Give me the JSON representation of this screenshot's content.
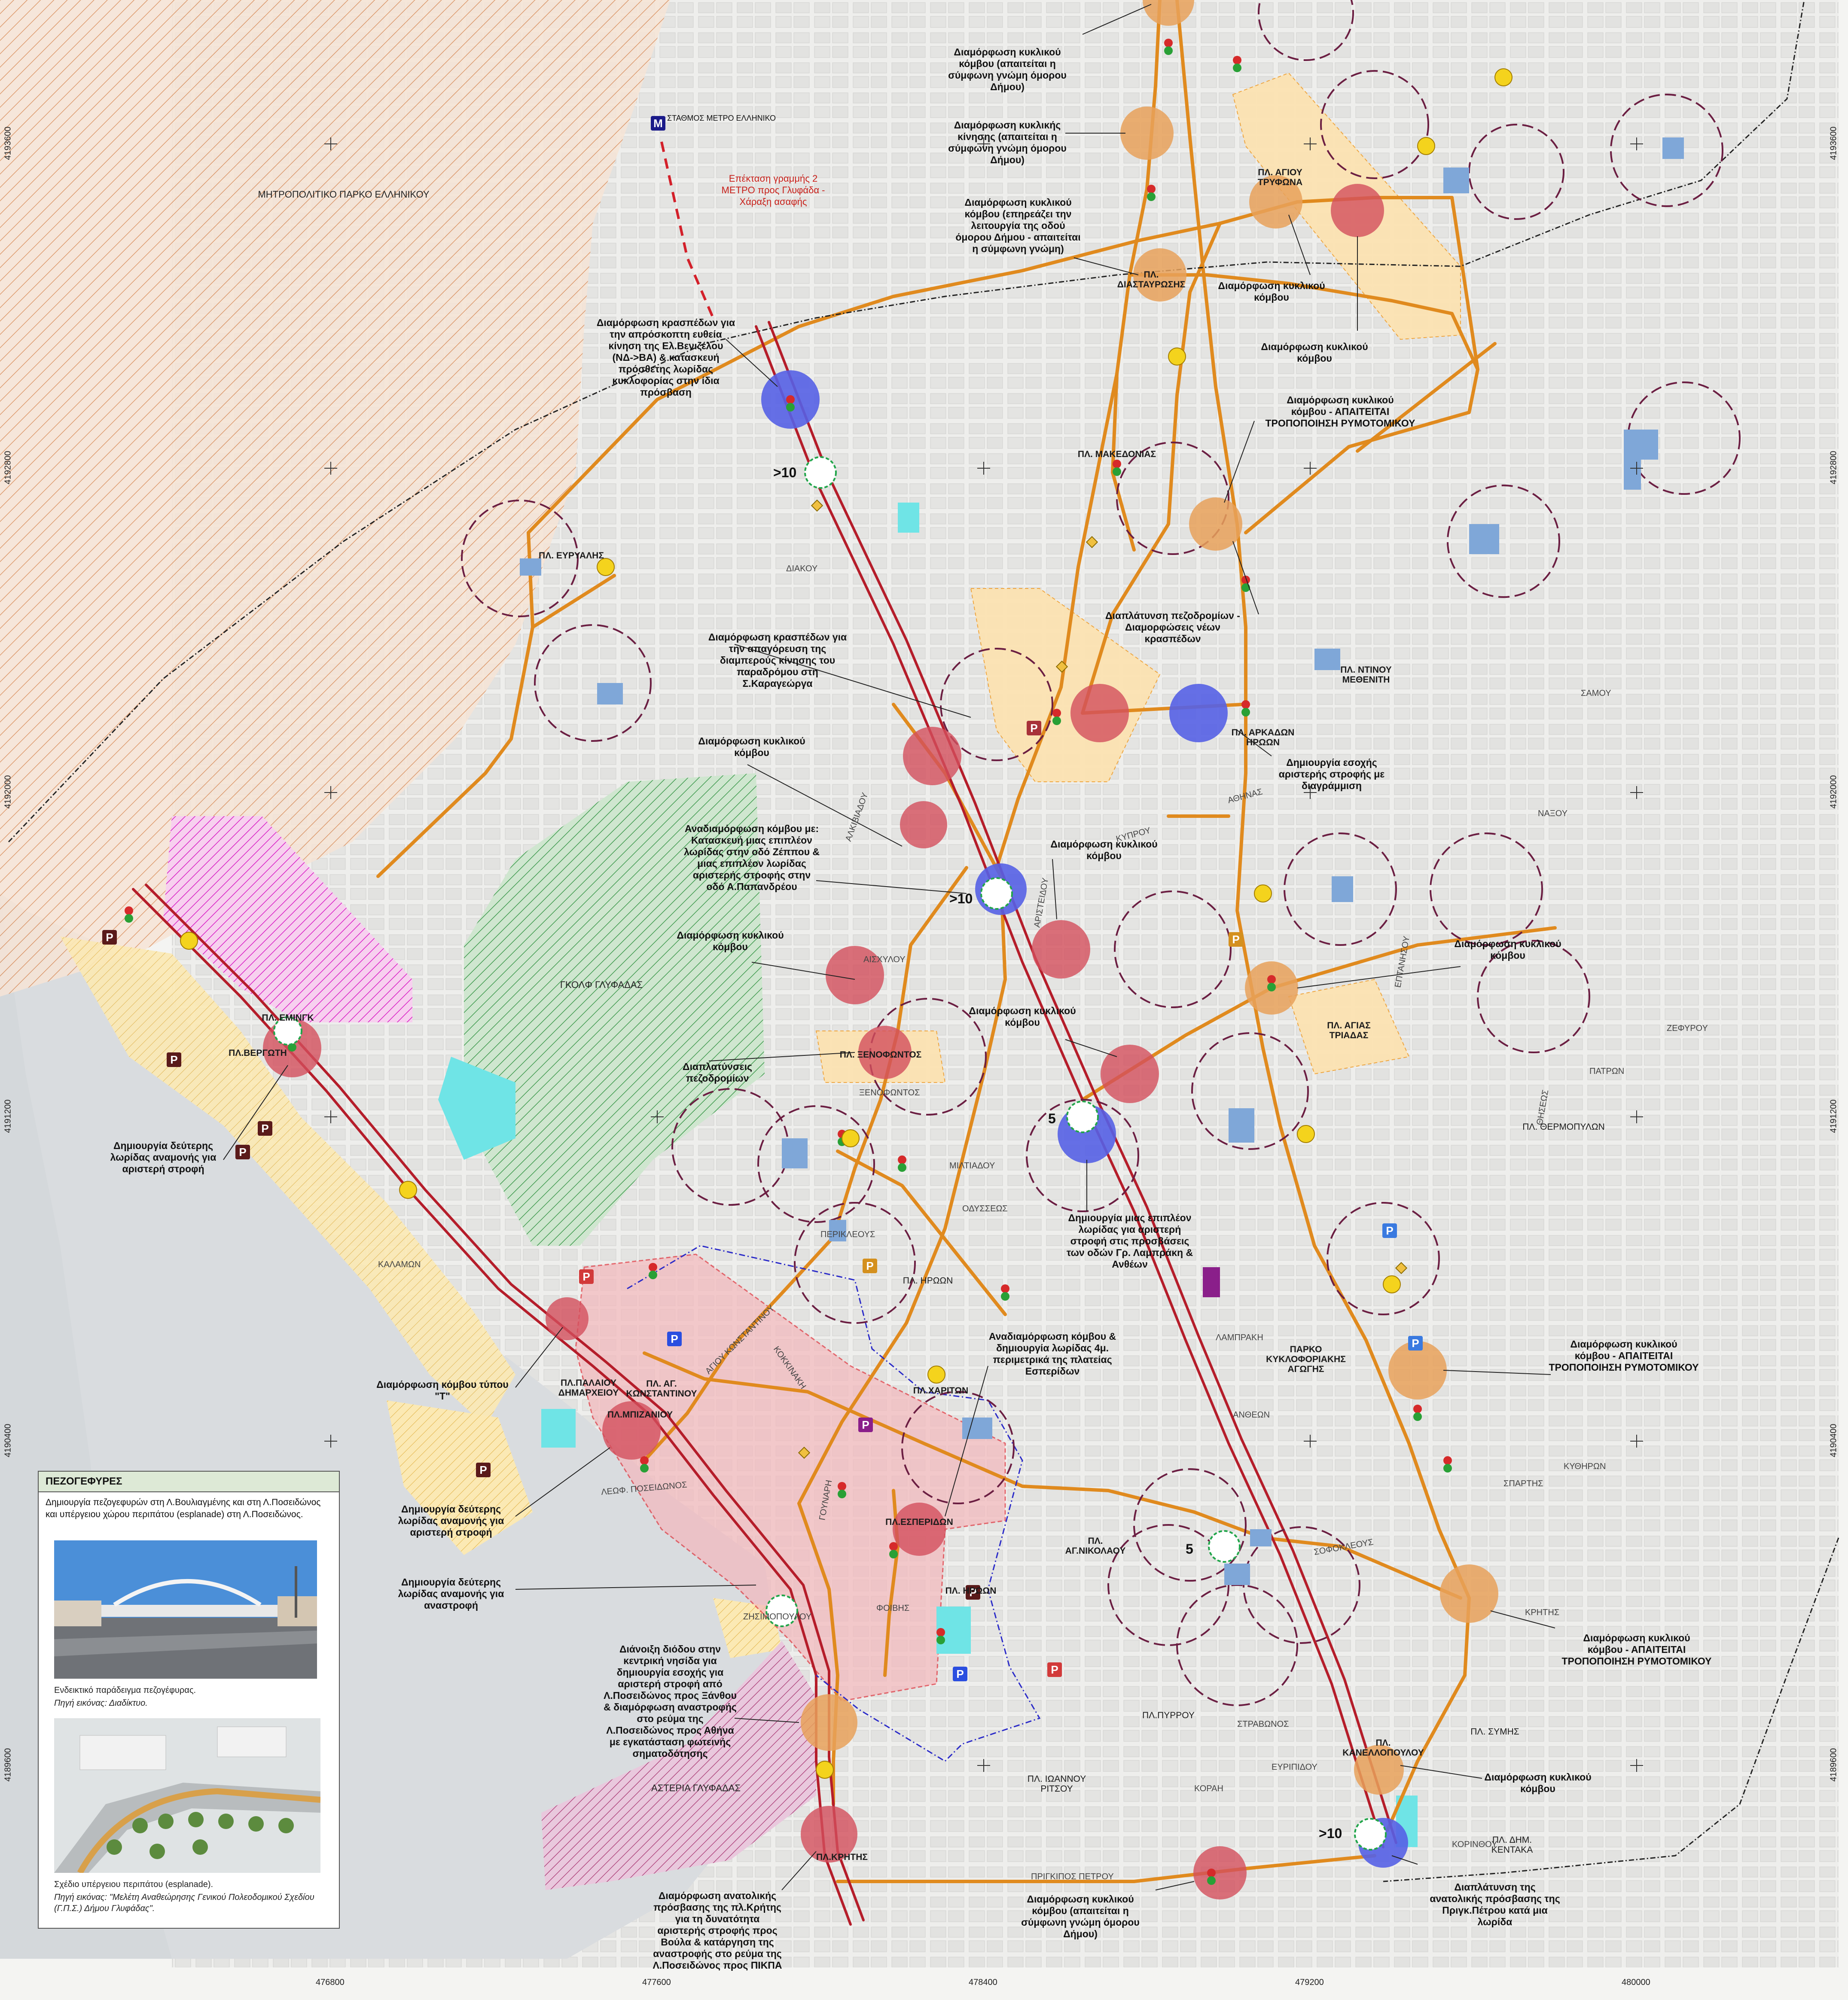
{
  "annotations": [
    {
      "id": "a1",
      "text": "Διαμόρφωση κυκλικού\nκόμβου (απαιτείται η\nσύμφωνη γνώμη όμορου\nΔήμου)"
    },
    {
      "id": "a2",
      "text": "Διαμόρφωση κυκλικής\nκίνησης (απαιτείται η\nσύμφωνη γνώμη όμορου\nΔήμου)"
    },
    {
      "id": "a3",
      "text": "Διαμόρφωση κυκλικού\nκόμβου (επηρεάζει την\nλειτουργία της οδού\nόμορου Δήμου - απαιτείται\nη σύμφωνη γνώμη)"
    },
    {
      "id": "a4",
      "text": "Διαμόρφωση κυκλικού\nκόμβου"
    },
    {
      "id": "a5",
      "text": "Διαμόρφωση κυκλικού\nκόμβου"
    },
    {
      "id": "a6",
      "text": "Διαμόρφωση κρασπέδων για\nτην απρόσκοπτη ευθεία\nκίνηση της Ελ.Βενιζέλου\n(ΝΔ->ΒΑ) & κατασκευή\nπρόσθετης λωρίδας\nκυκλοφορίας στην ίδια\nπρόσβαση"
    },
    {
      "id": "a7",
      "text": "Διαμόρφωση κυκλικού\nκόμβου - ΑΠΑΙΤΕΙΤΑΙ\nΤΡΟΠΟΠΟΙΗΣΗ ΡΥΜΟΤΟΜΙΚΟΥ"
    },
    {
      "id": "a8",
      "text": "Διαπλάτυνση πεζοδρομίων -\nΔιαμορφώσεις νέων\nκρασπέδων"
    },
    {
      "id": "a9",
      "text": "Διαμόρφωση κρασπέδων για\nτην απαγόρευση της\nδιαμπερούς κίνησης του\nπαραδρόμου στη\nΣ.Καραγεώργα"
    },
    {
      "id": "a10",
      "text": "Διαμόρφωση κυκλικού\nκόμβου"
    },
    {
      "id": "a11",
      "text": "Δημιουργία εσοχής\nαριστερής στροφής με\nδιαγράμμιση"
    },
    {
      "id": "a12",
      "text": "Αναδιαμόρφωση κόμβου με:\nΚατασκευή μιας επιπλέον\nλωρίδας στην οδό Ζέππου &\nμιας επιπλέον λωρίδας\nαριστερής στροφής στην\nοδό Α.Παπανδρέου"
    },
    {
      "id": "a13",
      "text": "Διαμόρφωση κυκλικού\nκόμβου"
    },
    {
      "id": "a14",
      "text": "Διαμόρφωση κυκλικού\nκόμβου"
    },
    {
      "id": "a15",
      "text": "Διαμόρφωση κυκλικού\nκόμβου"
    },
    {
      "id": "a16",
      "text": "Διαμόρφωση κυκλικού\nκόμβου"
    },
    {
      "id": "a17",
      "text": "Διαπλατύνσεις\nπεζοδρομίων"
    },
    {
      "id": "a18",
      "text": "Δημιουργία δεύτερης\nλωρίδας αναμονής για\nαριστερή στροφή"
    },
    {
      "id": "a19",
      "text": "Δημιουργία μιας επιπλέον\nλωρίδας για αριστερή\nστροφή στις προσβάσεις\nτων οδών Γρ. Λαμπράκη &\nΑνθέων"
    },
    {
      "id": "a20",
      "text": "Αναδιαμόρφωση κόμβου &\nδημιουργία λωρίδας 4μ.\nπεριμετρικά της πλατείας\nΕσπερίδων"
    },
    {
      "id": "a21",
      "text": "Διαμόρφωση κυκλικού\nκόμβου - ΑΠΑΙΤΕΙΤΑΙ\nΤΡΟΠΟΠΟΙΗΣΗ ΡΥΜΟΤΟΜΙΚΟΥ"
    },
    {
      "id": "a22",
      "text": "Διαμόρφωση κόμβου τύπου\n\"Τ\""
    },
    {
      "id": "a23",
      "text": "Δημιουργία δεύτερης\nλωρίδας αναμονής για\nαριστερή στροφή"
    },
    {
      "id": "a24",
      "text": "Δημιουργία δεύτερης\nλωρίδας αναμονής για\nαναστροφή"
    },
    {
      "id": "a25",
      "text": "Διάνοιξη διόδου στην\nκεντρική νησίδα για\nδημιουργία εσοχής για\nαριστερή στροφή από\nΛ.Ποσειδώνος προς Ξάνθου\n& διαμόρφωση αναστροφής\nστο ρεύμα της\nΛ.Ποσειδώνος προς Αθήνα\nμε εγκατάσταση φωτεινής\nσηματοδότησης"
    },
    {
      "id": "a26",
      "text": "Διαμόρφωση κυκλικού\nκόμβου - ΑΠΑΙΤΕΙΤΑΙ\nΤΡΟΠΟΠΟΙΗΣΗ ΡΥΜΟΤΟΜΙΚΟΥ"
    },
    {
      "id": "a27",
      "text": "Διαμόρφωση κυκλικού\nκόμβου"
    },
    {
      "id": "a28",
      "text": "Διαμόρφωση ανατολικής\nπρόσβασης της πλ.Κρήτης\nγια τη δυνατότητα\nαριστερής στροφής προς\nΒούλα & κατάργηση της\nαναστροφής στο ρεύμα της\nΛ.Ποσειδώνος προς ΠΙΚΠΑ"
    },
    {
      "id": "a29",
      "text": "Διαμόρφωση κυκλικού\nκόμβου (απαιτείται η\nσύμφωνη γνώμη όμορου\nΔήμου)"
    },
    {
      "id": "a30",
      "text": "Διαπλάτυνση της\nανατολικής πρόσβασης της\nΠριγκ.Πέτρου κατά μια\nλωρίδα"
    }
  ],
  "metro_label": "ΣΤΑΘΜΟΣ ΜΕΤΡΟ ΕΛΛΗΝΙΚΟ",
  "metro_note": "Επέκταση γραμμής 2\nΜΕΤΡΟ προς Γλυφάδα -\nΧάραξη ασαφής",
  "squares": [
    "ΠΛ. ΑΓΙΟΥ\nΤΡΥΦΩΝΑ",
    "ΠΛ.\nΔΙΑΣΤΑΥΡΩΣΗΣ",
    "ΠΛ. ΜΑΚΕΔΟΝΙΑΣ",
    "ΠΛ. ΕΥΡΥΑΛΗΣ",
    "ΠΛ. ΝΤΙΝΟΥ\nΜΕΘΕΝΙΤΗ",
    "ΠΛ. ΑΡΚΑΔΩΝ\nΗΡΩΩΝ",
    "ΠΛ. ΑΓΙΑΣ\nΤΡΙΑΔΑΣ",
    "ΠΛ. ΘΕΡΜΟΠΥΛΩΝ",
    "ΠΛ. ΞΕΝΟΦΩΝΤΟΣ",
    "ΠΛ. ΕΜΙΝΓΚ",
    "ΠΛ.ΒΕΡΓΩΤΗ",
    "ΠΛ. ΗΡΩΩΝ",
    "ΠΛ.ΧΑΡΙΤΩΝ",
    "ΠΛ.ΠΑΛΑΙΟΥ\nΔΗΜΑΡΧΕΙΟΥ",
    "ΠΛ. ΑΓ.\nΚΩΝΣΤΑΝΤΙΝΟΥ",
    "ΠΛ.ΜΠΙΖΑΝΙΟΥ",
    "ΠΛ.ΕΣΠΕΡΙΔΩΝ",
    "ΠΛ.\nΑΓ.ΝΙΚΟΛΑΟΥ",
    "ΠΛ. ΗΡΩΩΝ",
    "ΠΛ.ΠΥΡΡΟΥ",
    "ΠΛ. ΙΩΑΝΝΟΥ\nΡΙΤΣΟΥ",
    "ΠΛ. ΣΥΜΗΣ",
    "ΠΛ.\nΚΑΝΕΛΛΟΠΟΥΛΟΥ",
    "ΠΛ. ΔΗΜ.\nΚΕΝΤΑΚΑ",
    "ΠΛ.ΚΡΗΤΗΣ"
  ],
  "areas": [
    "ΜΗΤΡΟΠΟΛΙΤΙΚΟ ΠΑΡΚΟ ΕΛΛΗΝΙΚΟΥ",
    "ΓΚΟΛΦ ΓΛΥΦΑΔΑΣ",
    "ΑΣΤΕΡΙΑ ΓΛΥΦΑΔΑΣ",
    "ΠΑΡΚΟ\nΚΥΚΛΟΦΟΡΙΑΚΗΣ\nΑΓΩΓΗΣ"
  ],
  "counts": [
    ">10",
    ">10",
    ">10",
    "5",
    "5"
  ],
  "legend": {
    "title": "ΠΕΖΟΓΕΦΥΡΕΣ",
    "text": "Δημιουργία πεζογεφυρών στη Λ.Βουλιαγμένης και στη Λ.Ποσειδώνος και υπέργειου χώρου περιπάτου (esplanade) στη Λ.Ποσειδώνος.",
    "cap1": "Ενδεικτικό παράδειγμα πεζογέφυρας.",
    "src1": "Πηγή εικόνας: Διαδίκτυο.",
    "cap2": "Σχέδιο υπέργειου περιπάτου (esplanade).",
    "src2": "Πηγή εικόνας: \"Μελέτη Αναθεώρησης Γενικού Πολεοδομικού Σχεδίου (Γ.Π.Σ.) Δήμου Γλυφάδας\"."
  },
  "grid_x": [
    "476800",
    "477600",
    "478400",
    "479200",
    "480000"
  ],
  "grid_y": [
    "4193600",
    "4192800",
    "4192000",
    "4191200",
    "4190400",
    "4189600"
  ],
  "streets": [
    "ΑΓΙΟΥ ΚΩΝΣΤΑΝΤΙΝΟΥ",
    "ΚΟΚΚΙΝΑΚΗ",
    "ΑΛΚΙΒΙΑΔΟΥ",
    "ΑΡΙΣΤΕΙΔΟΥ",
    "ΚΥΠΡΟΥ",
    "ΑΘΗΝΑΣ",
    "ΣΤΡΑΒΩΝΟΣ",
    "ΣΟΦΟΚΛΕΟΥΣ",
    "ΞΕΝΟΦΩΝΤΟΣ",
    "ΕΠΤΑΝΗΣΟΥ",
    "ΕΥΡΙΠΙΔΟΥ",
    "ΠΡΙΓΚΙΠΟΣ ΠΕΤΡΟΥ",
    "ΛΕΩΦ. ΠΟΣΕΙΔΩΝΟΣ",
    "ΓΟΥΝΑΡΗ",
    "ΖΗΣΙΜΟΠΟΥΛΟΥ",
    "ΦΟΙΒΗΣ",
    "ΚΡΗΤΗΣ",
    "ΘΗΣΕΩΣ",
    "ΛΑΜΠΡΑΚΗ",
    "ΑΝΘΕΩΝ",
    "ΣΠΑΡΤΗΣ",
    "ΚΟΡΑΗ",
    "ΚΥΘΗΡΩΝ",
    "ΚΟΡΙΝΘΟΥ",
    "ΜΙΛΤΙΑΔΟΥ",
    "ΟΔΥΣΣΕΩΣ",
    "ΠΕΡΙΚΛΕΟΥΣ",
    "ΑΙΣΧΥΛΟΥ",
    "ΖΕΦΥΡΟΥ",
    "ΚΑΛΑΜΩΝ",
    "ΔΙΑΚΟΥ",
    "ΠΑΤΡΩΝ",
    "ΝΑΞΟΥ",
    "ΣΑΜΟΥ"
  ]
}
